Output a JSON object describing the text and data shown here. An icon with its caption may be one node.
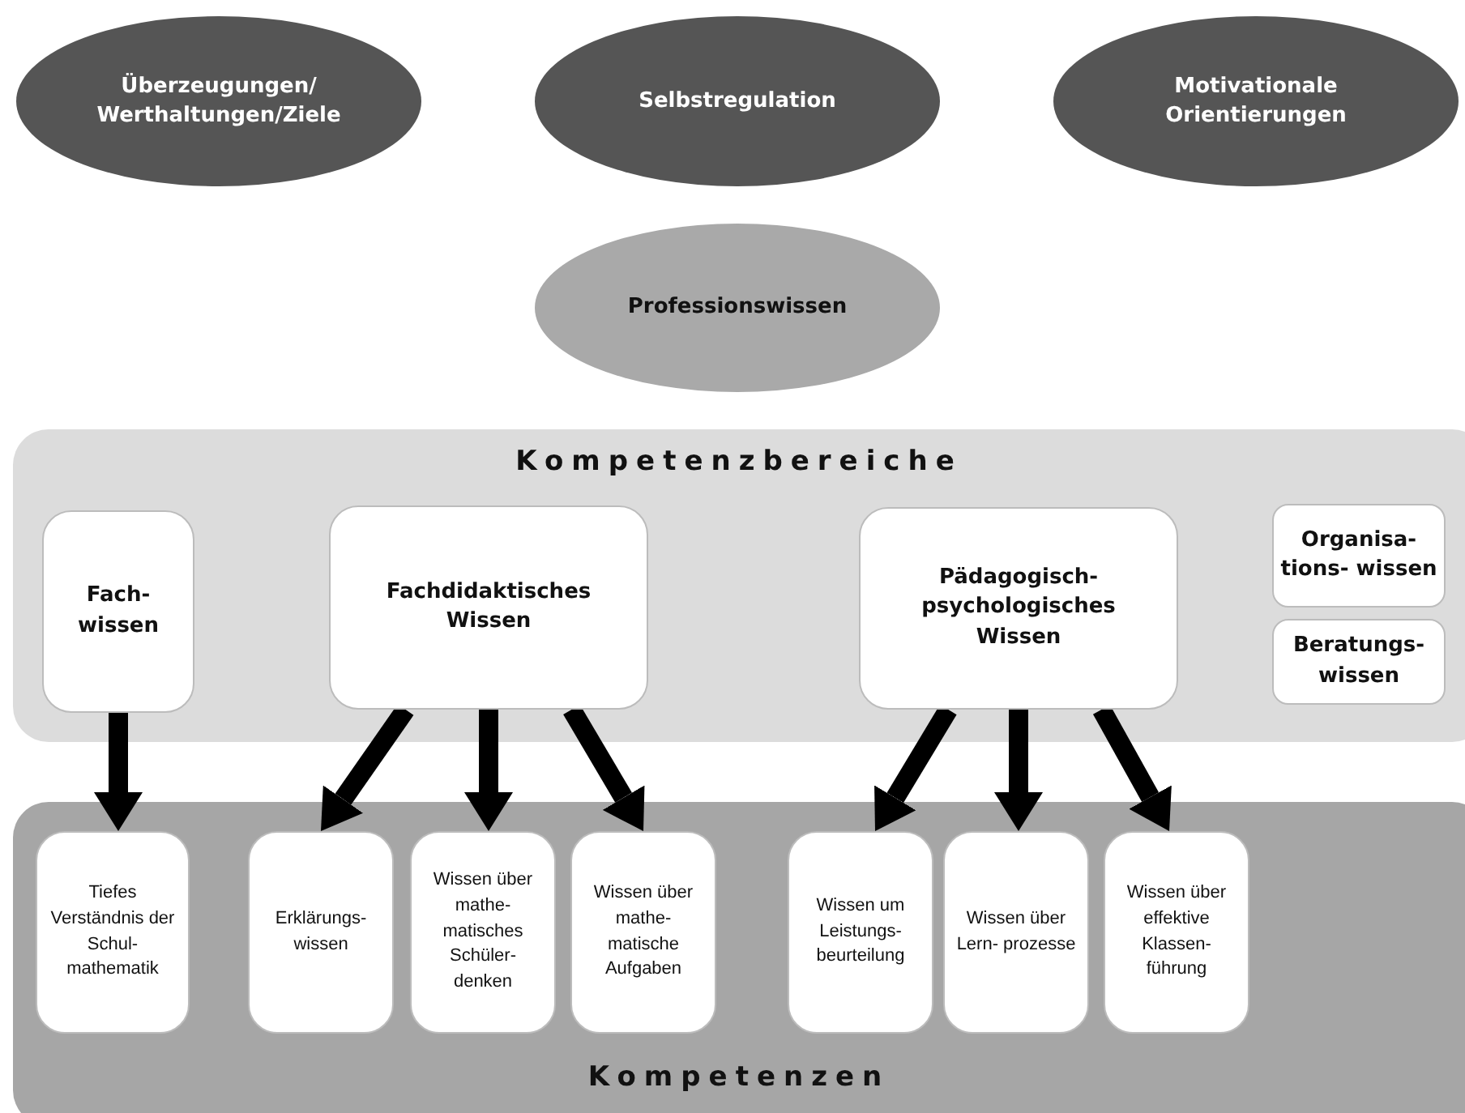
{
  "diagram": {
    "nodes": [
      {
        "text": [
          "Überzeugungen/ Werthaltungen/Ziele"
        ]
      },
      {
        "text": [
          "Selbstregulation"
        ]
      },
      {
        "text": [
          "Motivationale Orientierungen"
        ]
      },
      {
        "text": [
          "Professionswissen"
        ]
      },
      {
        "text": [
          "Kompetenzbereiche"
        ]
      },
      {
        "text": [
          "Fach- wissen"
        ],
        "in": 4
      },
      {
        "text": [
          "Fachdidaktisches Wissen"
        ],
        "in": 4
      },
      {
        "text": [
          "Pädagogisch- psychologisches Wissen"
        ],
        "in": 4
      },
      {
        "text": [
          "Organisa- tions- wissen"
        ],
        "in": 4
      },
      {
        "text": [
          "Beratungs- wissen"
        ],
        "in": 4
      },
      {
        "text": [
          "Kompetenzen"
        ]
      },
      {
        "text": [
          "Tiefes Verständnis der Schul- mathematik"
        ],
        "in": 10
      },
      {
        "text": [
          "Erklärungs- wissen"
        ],
        "in": 10
      },
      {
        "text": [
          "Wissen über mathe- matisches Schüler- denken"
        ],
        "in": 10
      },
      {
        "text": [
          "Wissen über mathe- matische Aufgaben"
        ],
        "in": 10
      },
      {
        "text": [
          "Wissen um Leistungs- beurteilung"
        ],
        "in": 10
      },
      {
        "text": [
          "Wissen über Lern- prozesse"
        ],
        "in": 10
      },
      {
        "text": [
          "Wissen über effektive Klassen- führung"
        ],
        "in": 10
      }
    ],
    "edges": [
      {
        "from": 5,
        "to": 11,
        "arrow": "to"
      },
      {
        "from": 6,
        "to": 12,
        "arrow": "to"
      },
      {
        "from": 6,
        "to": 13,
        "arrow": "to"
      },
      {
        "from": 6,
        "to": 14,
        "arrow": "to"
      },
      {
        "from": 7,
        "to": 15,
        "arrow": "to"
      },
      {
        "from": 7,
        "to": 16,
        "arrow": "to"
      },
      {
        "from": 7,
        "to": 17,
        "arrow": "to"
      }
    ]
  }
}
